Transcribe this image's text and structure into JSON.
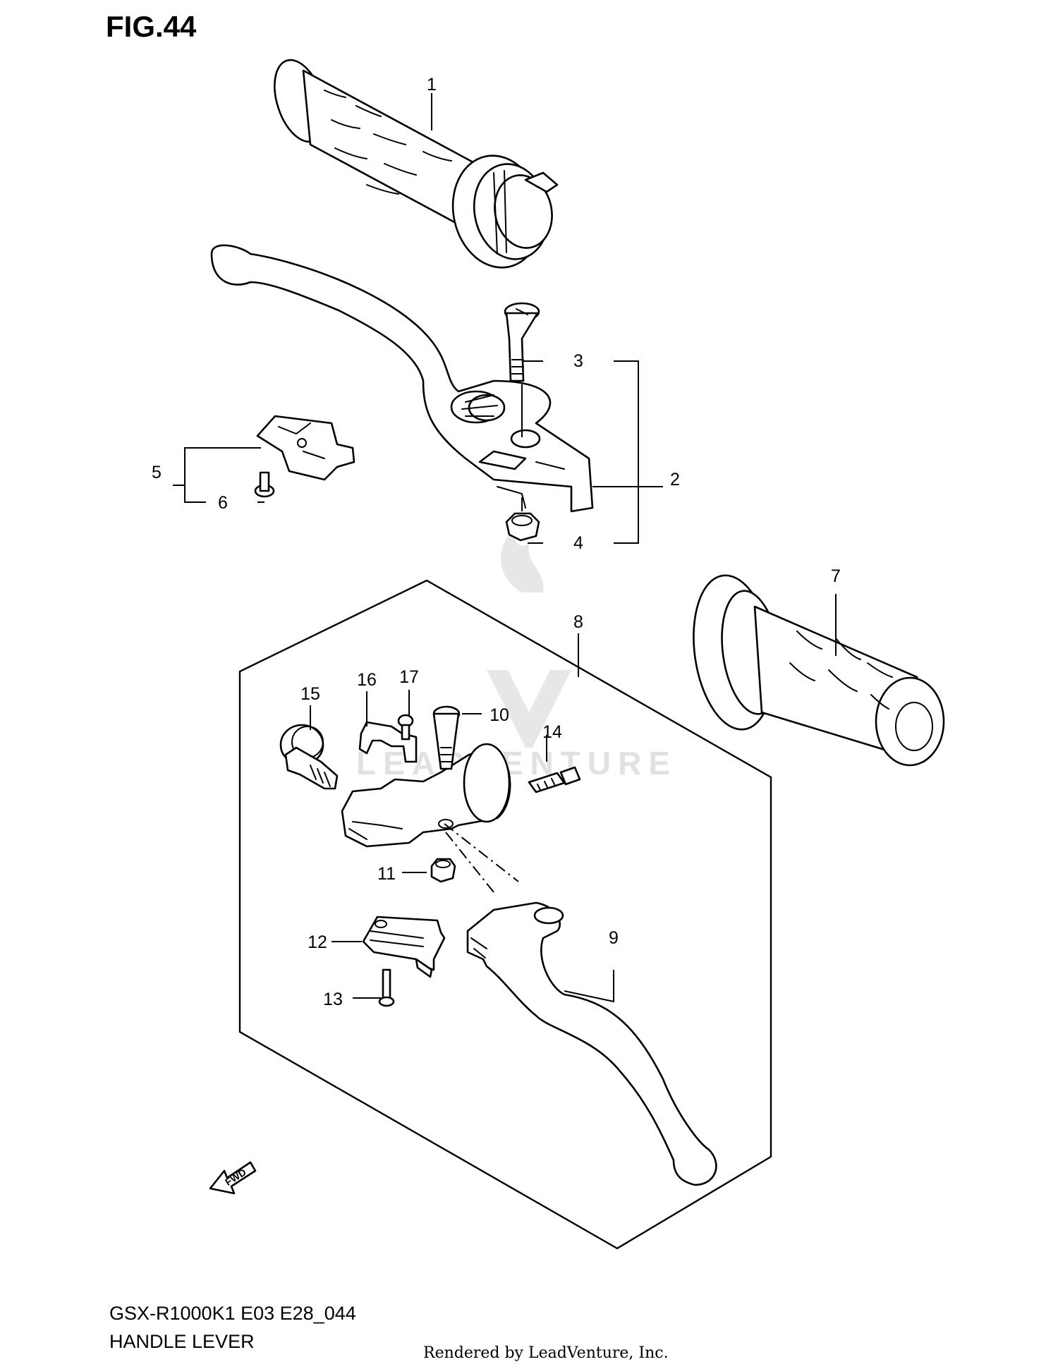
{
  "figure": {
    "number": "FIG.44",
    "model": "GSX-R1000K1 E03 E28_044",
    "title": "HANDLE LEVER",
    "rendered_by": "Rendered by LeadVenture, Inc.",
    "watermark": "LEADVENTURE",
    "fwd_label": "FWD"
  },
  "callouts": [
    "1",
    "2",
    "3",
    "4",
    "5",
    "6",
    "7",
    "8",
    "9",
    "10",
    "11",
    "12",
    "13",
    "14",
    "15",
    "16",
    "17"
  ],
  "parts": [
    {
      "ref": "1",
      "icon": "throttle-grip-icon"
    },
    {
      "ref": "2",
      "icon": "brake-lever-icon"
    },
    {
      "ref": "3",
      "icon": "pivot-bolt-icon"
    },
    {
      "ref": "4",
      "icon": "nut-icon"
    },
    {
      "ref": "5",
      "icon": "brake-switch-icon"
    },
    {
      "ref": "6",
      "icon": "screw-icon"
    },
    {
      "ref": "7",
      "icon": "handlebar-grip-icon"
    },
    {
      "ref": "8",
      "icon": "clutch-lever-assembly-icon"
    },
    {
      "ref": "9",
      "icon": "clutch-lever-icon"
    },
    {
      "ref": "10",
      "icon": "pivot-bolt-icon"
    },
    {
      "ref": "11",
      "icon": "nut-icon"
    },
    {
      "ref": "12",
      "icon": "clutch-switch-icon"
    },
    {
      "ref": "13",
      "icon": "screw-icon"
    },
    {
      "ref": "14",
      "icon": "bolt-icon"
    },
    {
      "ref": "15",
      "icon": "adjuster-icon"
    },
    {
      "ref": "16",
      "icon": "cable-clip-icon"
    },
    {
      "ref": "17",
      "icon": "screw-icon"
    }
  ]
}
